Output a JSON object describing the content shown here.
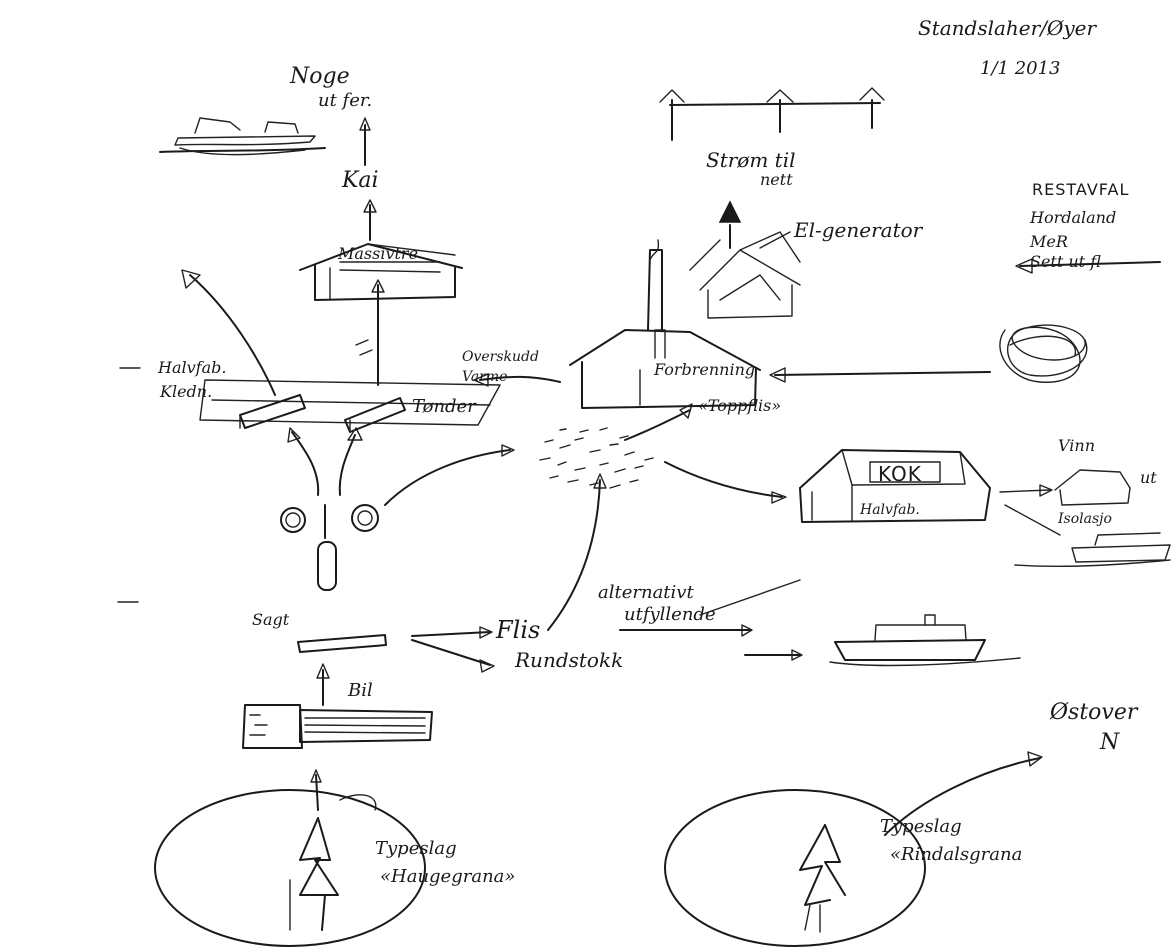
{
  "header": {
    "title": "Standslaher/Øyer",
    "date": "1/1 2013"
  },
  "labels": {
    "noge_ut": "Noge",
    "noge_ut2": "ut fer.",
    "kai": "Kai",
    "massivtre": "Massivtre",
    "halvfabrikata": "Halvfab.",
    "halvfabrikata2": "Kledn.",
    "tønder": "Tønder",
    "overskudd_varme": "Overskudd",
    "overskudd_varme2": "Varme",
    "strom_til": "Strøm til",
    "strom_til2": "nett",
    "el_generator": "El-generator",
    "forbrenning": "Forbrenning",
    "topp_flis": "«Toppflis»",
    "restavfall": "RESTAVFAL",
    "hordaland": "Hordaland",
    "mer": "MeR",
    "sett_ut": "Sett ut fl",
    "kok": "KOK",
    "halvfabrikat": "Halvfab.",
    "vinn": "Vinn",
    "isolasjon": "Isolasjo",
    "ut": "ut",
    "sagt": "Sagt",
    "flis": "Flis",
    "alternativ": "alternativt",
    "utfyllende": "utfyllende",
    "rundstokk": "Rundstokk",
    "bil": "Bil",
    "typeslag1": "Typeslag",
    "hausgrana": "«Haugegrana»",
    "typeslag2": "Typeslag",
    "rindalsgrana": "«Rindalsgrana",
    "ostover": "Østover",
    "n": "N"
  },
  "icons": [
    "boat-icon",
    "house-icon",
    "tree-icon",
    "power-line-icon",
    "log-icon",
    "flame-icon"
  ]
}
